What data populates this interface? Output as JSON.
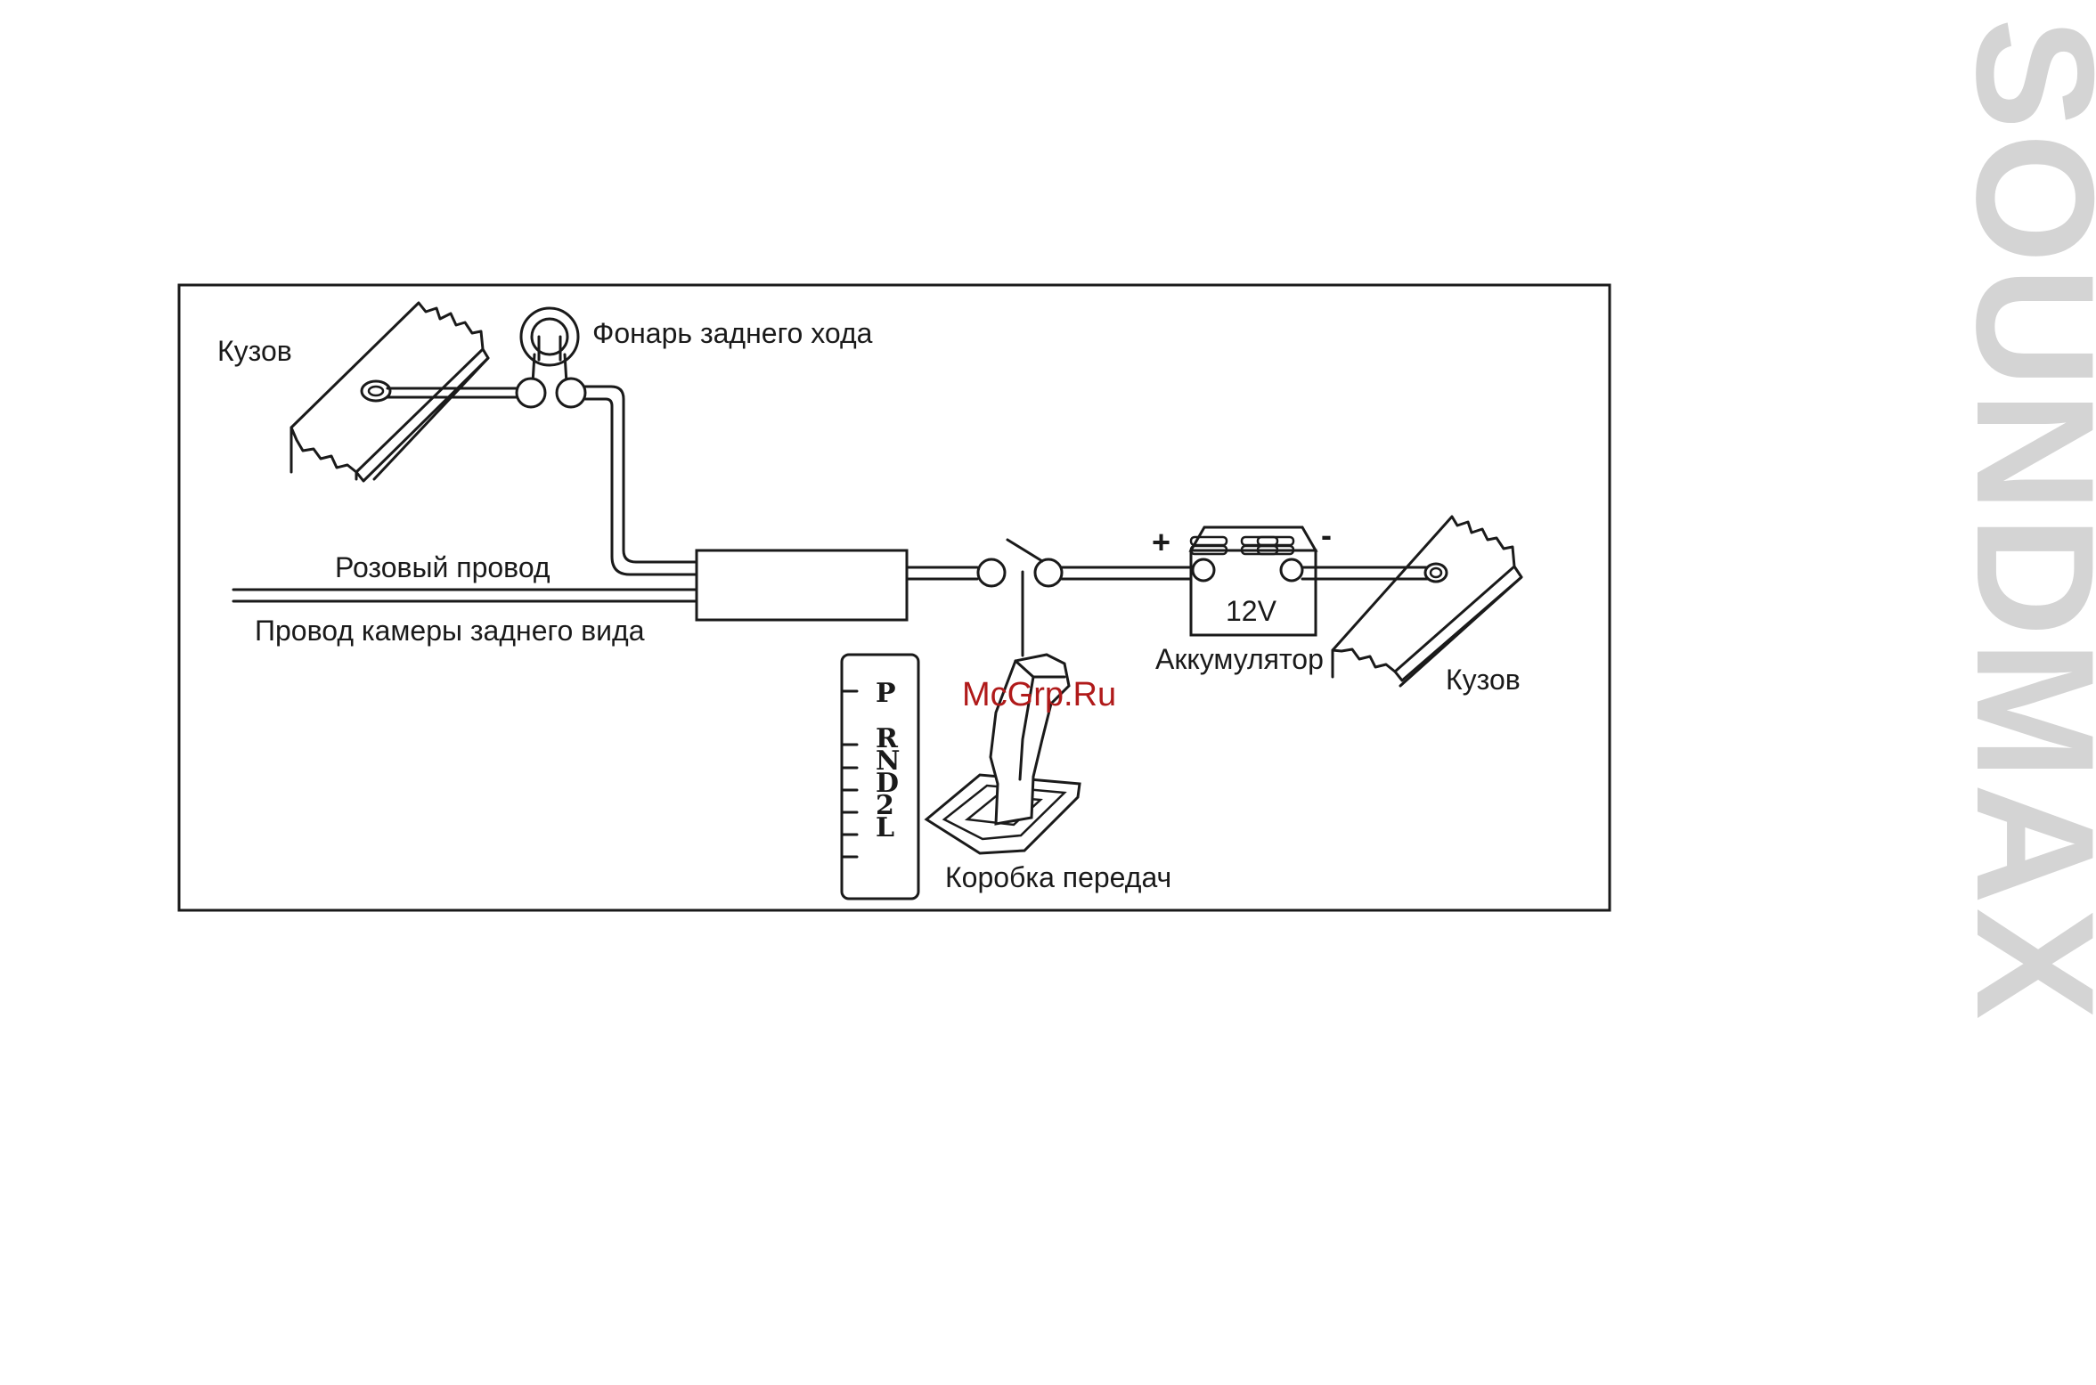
{
  "labels": {
    "body_left": "Кузов",
    "body_right": "Кузов",
    "reverse_lamp": "Фонарь заднего хода",
    "pink_wire": "Розовый провод",
    "camera_wire": "Провод камеры заднего вида",
    "battery": "Аккумулятор",
    "battery_voltage": "12V",
    "plus": "+",
    "minus": "-",
    "gearbox": "Коробка передач"
  },
  "gear_positions": [
    "P",
    "R",
    "N",
    "D",
    "2",
    "L"
  ],
  "watermark": "McGrp.Ru",
  "brand": "SOUNDMAX",
  "colors": {
    "line": "#1a1a1a",
    "watermark": "#b01a1a",
    "brand": "#d4d4d4"
  }
}
